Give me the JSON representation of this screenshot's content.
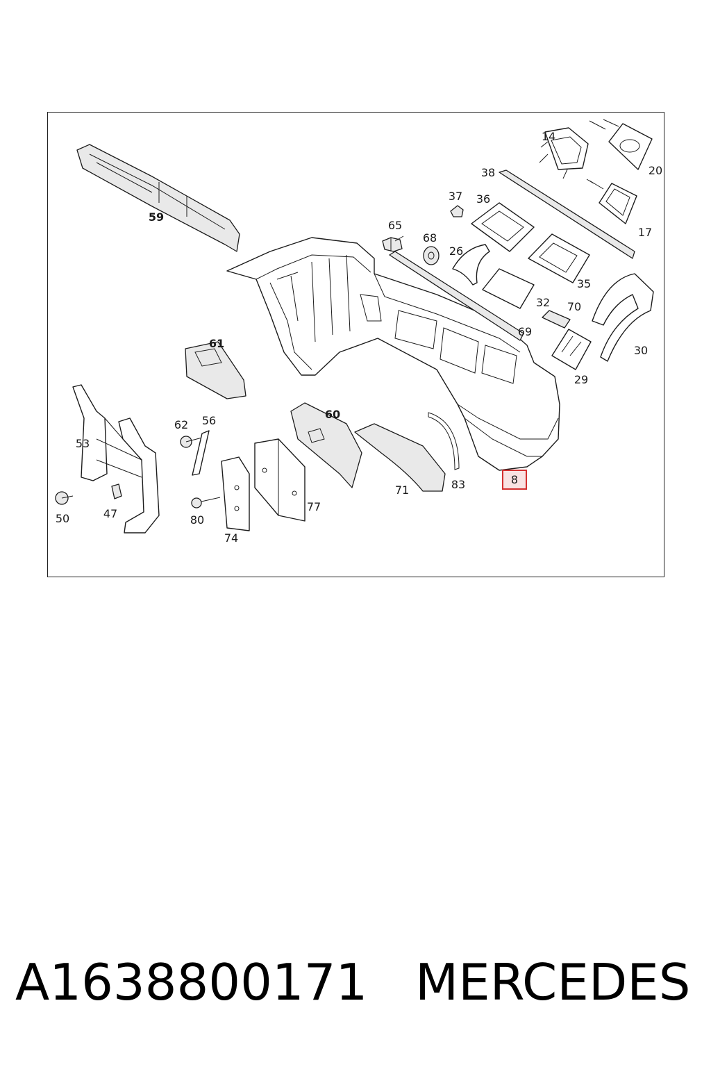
{
  "diagram": {
    "callouts": [
      {
        "id": "c59",
        "text": "59",
        "bold": true
      },
      {
        "id": "c14",
        "text": "14",
        "bold": false
      },
      {
        "id": "c20",
        "text": "20",
        "bold": false
      },
      {
        "id": "c38",
        "text": "38",
        "bold": false
      },
      {
        "id": "c37",
        "text": "37",
        "bold": false
      },
      {
        "id": "c36",
        "text": "36",
        "bold": false
      },
      {
        "id": "c17",
        "text": "17",
        "bold": false
      },
      {
        "id": "c65",
        "text": "65",
        "bold": false
      },
      {
        "id": "c68",
        "text": "68",
        "bold": false
      },
      {
        "id": "c26",
        "text": "26",
        "bold": false
      },
      {
        "id": "c35",
        "text": "35",
        "bold": false
      },
      {
        "id": "c32",
        "text": "32",
        "bold": false
      },
      {
        "id": "c70",
        "text": "70",
        "bold": false
      },
      {
        "id": "c69",
        "text": "69",
        "bold": false
      },
      {
        "id": "c30",
        "text": "30",
        "bold": false
      },
      {
        "id": "c29",
        "text": "29",
        "bold": false
      },
      {
        "id": "c61",
        "text": "61",
        "bold": true
      },
      {
        "id": "c60",
        "text": "60",
        "bold": true
      },
      {
        "id": "c62",
        "text": "62",
        "bold": false
      },
      {
        "id": "c56",
        "text": "56",
        "bold": false
      },
      {
        "id": "c53",
        "text": "53",
        "bold": false
      },
      {
        "id": "c71",
        "text": "71",
        "bold": false
      },
      {
        "id": "c83",
        "text": "83",
        "bold": false
      },
      {
        "id": "c77",
        "text": "77",
        "bold": false
      },
      {
        "id": "c80",
        "text": "80",
        "bold": false
      },
      {
        "id": "c74",
        "text": "74",
        "bold": false
      },
      {
        "id": "c50",
        "text": "50",
        "bold": false
      },
      {
        "id": "c47",
        "text": "47",
        "bold": false
      }
    ],
    "highlight": {
      "text": "8",
      "color": "#d32f2f"
    }
  },
  "caption": {
    "part_number": "A1638800171",
    "brand": "MERCEDES"
  }
}
